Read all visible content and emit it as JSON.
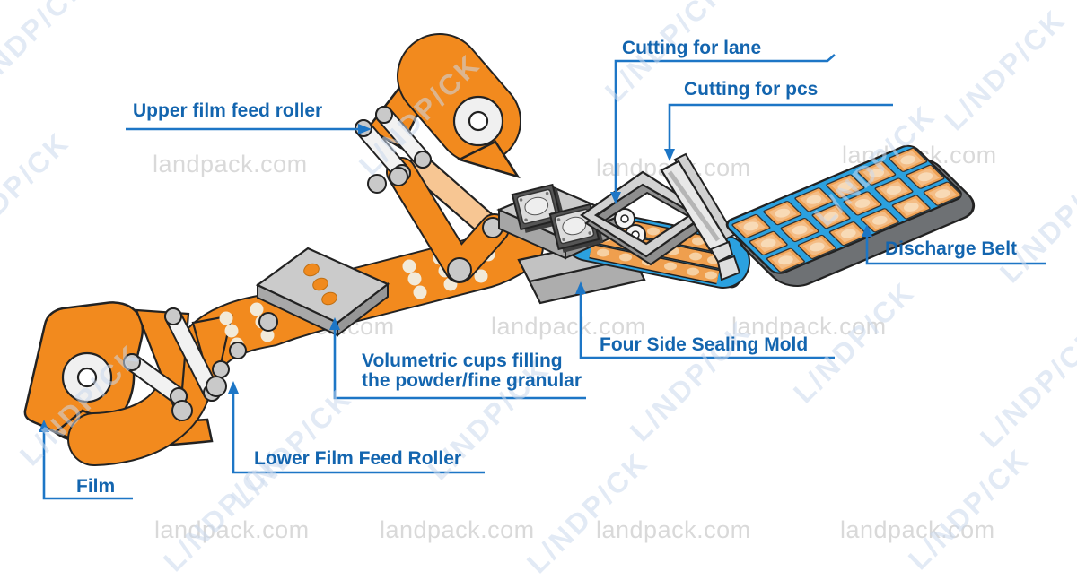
{
  "labels": {
    "film": "Film",
    "lower_film_feed_roller": "Lower Film Feed Roller",
    "upper_film_feed_roller": "Upper film feed roller",
    "volumetric_line1": "Volumetric cups filling",
    "volumetric_line2": "the powder/fine granular",
    "four_side_sealing_mold": "Four Side Sealing Mold",
    "cutting_for_lane": "Cutting for lane",
    "cutting_for_pcs": "Cutting for pcs",
    "discharge_belt": "Discharge Belt"
  },
  "watermarks": {
    "site": "landpack.com",
    "brand": "L/NDP/CK"
  },
  "colors": {
    "label_blue": "#1365af",
    "arrow_blue": "#1d76c6",
    "film_orange": "#f28a1e",
    "film_light_orange": "#f7c693",
    "film_dot": "#f2ead9",
    "belt_blue": "#2ba1df",
    "metal_gray": "#c9c9c9",
    "belt_edge_gray": "#6e7174",
    "watermark_gray": "#d9d9d9",
    "watermark_blue": "#cad9ec"
  }
}
